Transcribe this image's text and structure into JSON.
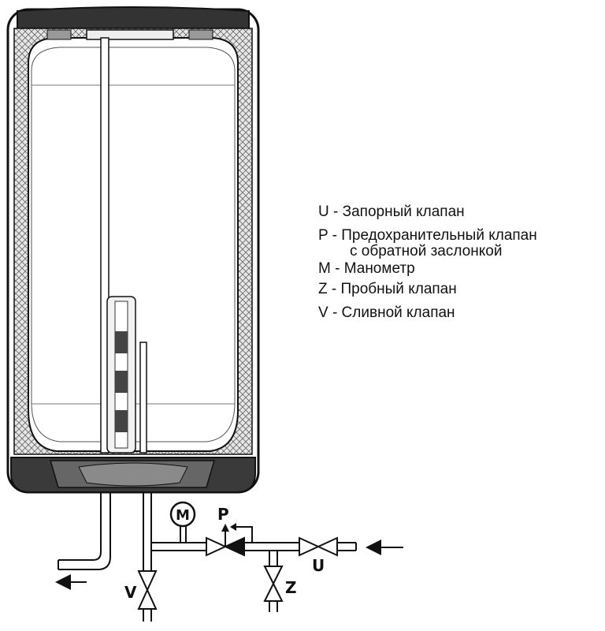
{
  "legend": {
    "u": "U - Запорный клапан",
    "p_line1": "P - Предохранительный клапан",
    "p_line2": "с обратной заслонкой",
    "m": "M - Манометр",
    "z": "Z - Пробный клапан",
    "v": "V - Сливной клапан"
  },
  "labels": {
    "manometer": "M",
    "safety_valve": "P",
    "shutoff_valve": "U",
    "test_valve": "Z",
    "drain_valve": "V"
  },
  "colors": {
    "line": "#111111",
    "insulation_fill": "#d9d9d9",
    "tank_fill": "#ffffff",
    "body_shade": "#555555"
  }
}
